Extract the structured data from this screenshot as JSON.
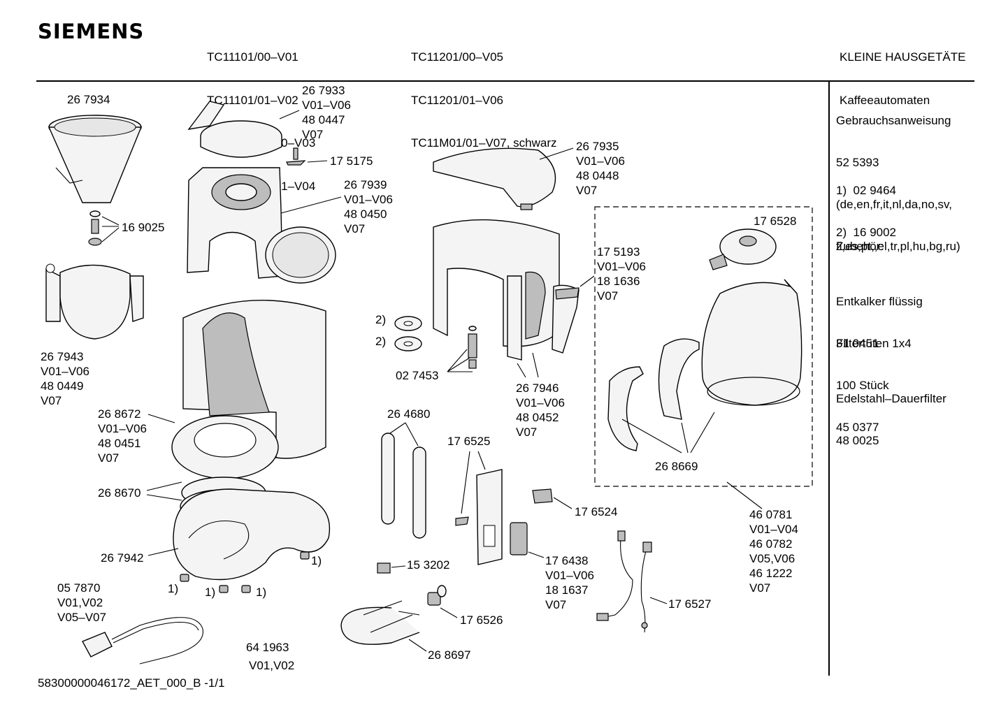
{
  "header": {
    "brand": "SIEMENS",
    "models_col1": [
      "TC11101/00–V01",
      "TC11101/01–V02",
      "TC11101CH/00–V03",
      "TC11101CH/01–V04"
    ],
    "models_col2": [
      "TC11201/00–V05",
      "TC11201/01–V06",
      "TC11M01/01–V07, schwarz"
    ],
    "category": "KLEINE HAUSGETÄTE",
    "subcategory": "Kaffeeautomaten"
  },
  "sidebar": {
    "manual_title": "Gebrauchsanweisung",
    "manual_number": "52 5393",
    "manual_langs_1": "(de,en,fr,it,nl,da,no,sv,",
    "manual_langs_2": "fi,es,pt,,el,tr,pl,hu,bg,ru)",
    "note_1": "1)  02 9464",
    "note_2": "2)  16 9002",
    "accessories_title": "Zubehör:",
    "acc_1_name": "Entkalker flüssig",
    "acc_1_num": "31 0451",
    "acc_2_name": "Filtertüten 1x4",
    "acc_2_qty": "100 Stück",
    "acc_2_num": "45 0377",
    "acc_3_name": "Edelstahl–Dauerfilter",
    "acc_3_num": "48 0025"
  },
  "callouts": {
    "c267934": "26 7934",
    "c267933": [
      "26 7933",
      "V01–V06",
      "48 0447",
      "V07"
    ],
    "c175175": "17 5175",
    "c267939": [
      "26 7939",
      "V01–V06",
      "48 0450",
      "V07"
    ],
    "c169025": "16 9025",
    "c267943": [
      "26 7943",
      "V01–V06",
      "48 0449",
      "V07"
    ],
    "c268672": [
      "26 8672",
      "V01–V06",
      "48 0451",
      "V07"
    ],
    "c268670": "26 8670",
    "c267942": "26 7942",
    "c057870": [
      "05 7870",
      "V01,V02",
      "V05–V07"
    ],
    "c641963": [
      "64 1963",
      "V01,V02"
    ],
    "c268697": "26 8697",
    "c176526": "17 6526",
    "c153202": "15 3202",
    "c267935": [
      "26 7935",
      "V01–V06",
      "48 0448",
      "V07"
    ],
    "c175193": [
      "17 5193",
      "V01–V06",
      "18 1636",
      "V07"
    ],
    "c027453": "02 7453",
    "c267946": [
      "26 7946",
      "V01–V06",
      "48 0452",
      "V07"
    ],
    "c264680": "26 4680",
    "c176525": "17 6525",
    "c176524": "17 6524",
    "c176438": [
      "17 6438",
      "V01–V06",
      "18 1637",
      "V07"
    ],
    "c176527": "17 6527",
    "c176528": "17 6528",
    "c268669": "26 8669",
    "c460781": [
      "46 0781",
      "V01–V04",
      "46 0782",
      "V05,V06",
      "46 1222",
      "V07"
    ],
    "note1": "1)",
    "note2": "2)"
  },
  "footer": "58300000046172_AET_000_B -1/1"
}
